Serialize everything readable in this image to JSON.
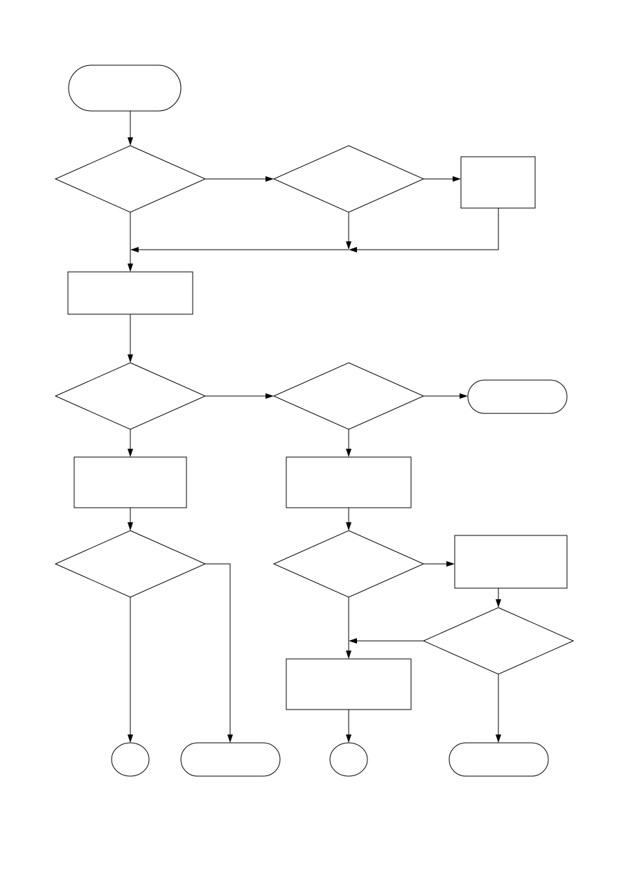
{
  "diagram": {
    "kind": "flowchart",
    "stroke_color": "#000000",
    "fill_color": "#ffffff",
    "labels_visible": false,
    "nodes": [
      {
        "id": "start",
        "shape": "terminator"
      },
      {
        "id": "decision-1",
        "shape": "decision"
      },
      {
        "id": "decision-2",
        "shape": "decision"
      },
      {
        "id": "process-1",
        "shape": "process"
      },
      {
        "id": "process-2",
        "shape": "process"
      },
      {
        "id": "decision-3",
        "shape": "decision"
      },
      {
        "id": "decision-4",
        "shape": "decision"
      },
      {
        "id": "terminator-right",
        "shape": "terminator"
      },
      {
        "id": "process-3",
        "shape": "process"
      },
      {
        "id": "process-4",
        "shape": "process"
      },
      {
        "id": "decision-5",
        "shape": "decision"
      },
      {
        "id": "decision-6",
        "shape": "decision"
      },
      {
        "id": "process-5",
        "shape": "process"
      },
      {
        "id": "decision-7",
        "shape": "decision"
      },
      {
        "id": "process-6",
        "shape": "process"
      },
      {
        "id": "connector-1",
        "shape": "connector"
      },
      {
        "id": "terminator-2",
        "shape": "terminator"
      },
      {
        "id": "connector-2",
        "shape": "connector"
      },
      {
        "id": "terminator-3",
        "shape": "terminator"
      }
    ],
    "edges": [
      {
        "from": "start",
        "to": "decision-1"
      },
      {
        "from": "decision-1",
        "to": "decision-2"
      },
      {
        "from": "decision-2",
        "to": "process-1"
      },
      {
        "from": "decision-1",
        "to": "process-2"
      },
      {
        "from": "decision-2",
        "to": "process-2"
      },
      {
        "from": "process-1",
        "to": "process-2"
      },
      {
        "from": "process-2",
        "to": "decision-3"
      },
      {
        "from": "decision-3",
        "to": "decision-4"
      },
      {
        "from": "decision-4",
        "to": "terminator-right"
      },
      {
        "from": "decision-3",
        "to": "process-3"
      },
      {
        "from": "decision-4",
        "to": "process-4"
      },
      {
        "from": "process-3",
        "to": "decision-5"
      },
      {
        "from": "process-4",
        "to": "decision-6"
      },
      {
        "from": "decision-6",
        "to": "process-5"
      },
      {
        "from": "process-5",
        "to": "decision-7"
      },
      {
        "from": "decision-7",
        "to": "process-6"
      },
      {
        "from": "decision-6",
        "to": "process-6"
      },
      {
        "from": "decision-7",
        "to": "terminator-3"
      },
      {
        "from": "process-6",
        "to": "connector-2"
      },
      {
        "from": "decision-5",
        "to": "connector-1"
      },
      {
        "from": "decision-5",
        "to": "terminator-2"
      }
    ]
  }
}
